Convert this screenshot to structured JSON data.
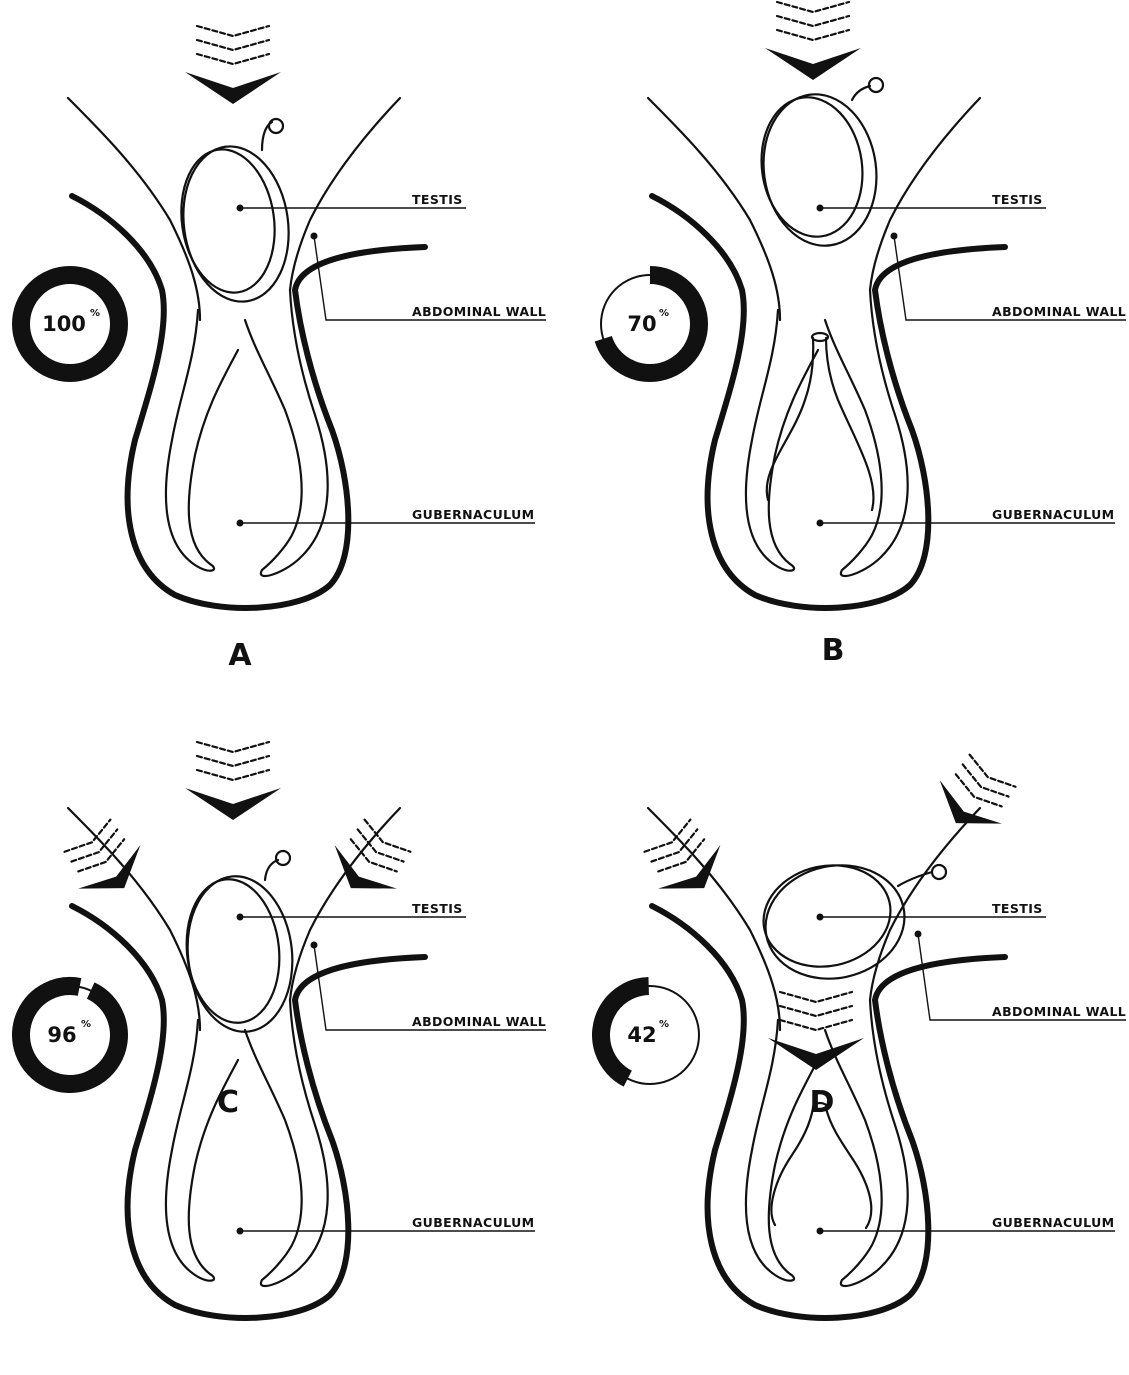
{
  "labels": {
    "testis": "TESTIS",
    "abdominal_wall": "ABDOMINAL WALL",
    "gubernaculum": "GUBERNACULUM",
    "percent_sign": "%"
  },
  "panels": [
    {
      "letter": "A",
      "percent": 100
    },
    {
      "letter": "B",
      "percent": 70
    },
    {
      "letter": "C",
      "percent": 96
    },
    {
      "letter": "D",
      "percent": 42
    }
  ],
  "colors": {
    "ink": "#111111",
    "background": "#ffffff"
  }
}
